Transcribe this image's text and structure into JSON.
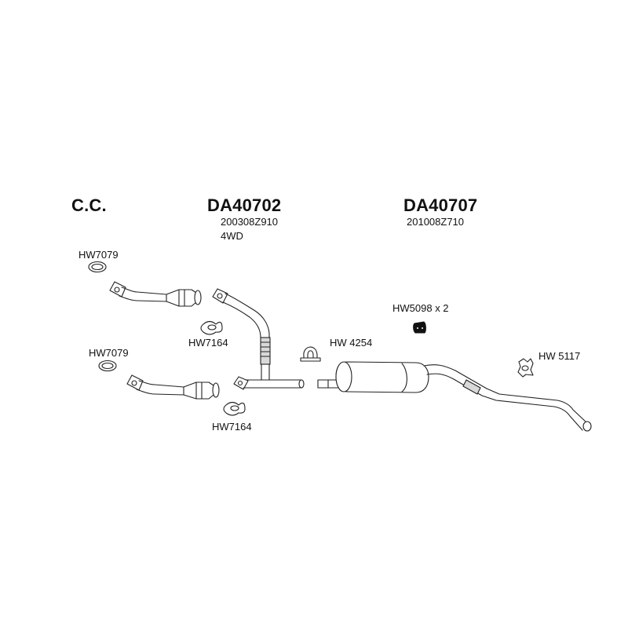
{
  "labels": {
    "cc": "C.C.",
    "front_part_no": "DA40702",
    "front_code": "200308Z910",
    "front_variant": "4WD",
    "rear_part_no": "DA40707",
    "rear_code": "201008Z710",
    "gasket_top": "HW7079",
    "gasket_bottom": "HW7079",
    "flange_top": "HW7164",
    "flange_bottom": "HW7164",
    "clamp": "HW 4254",
    "rubber_mount": "HW5098 x 2",
    "hanger": "HW 5117"
  }
}
